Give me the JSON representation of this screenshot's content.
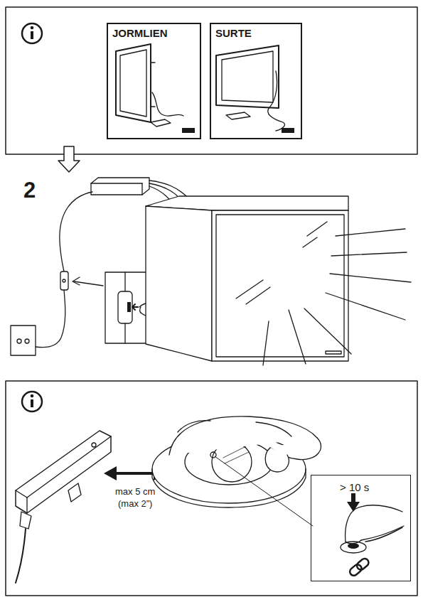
{
  "diagram": {
    "nodes": [
      {
        "text": [
          "JORMLIEN"
        ]
      },
      {
        "text": [
          "SURTE"
        ]
      },
      {
        "text": [
          "> 10 s"
        ]
      }
    ],
    "labels": [
      "2",
      "max 5 cm",
      "(max 2”)"
    ]
  }
}
